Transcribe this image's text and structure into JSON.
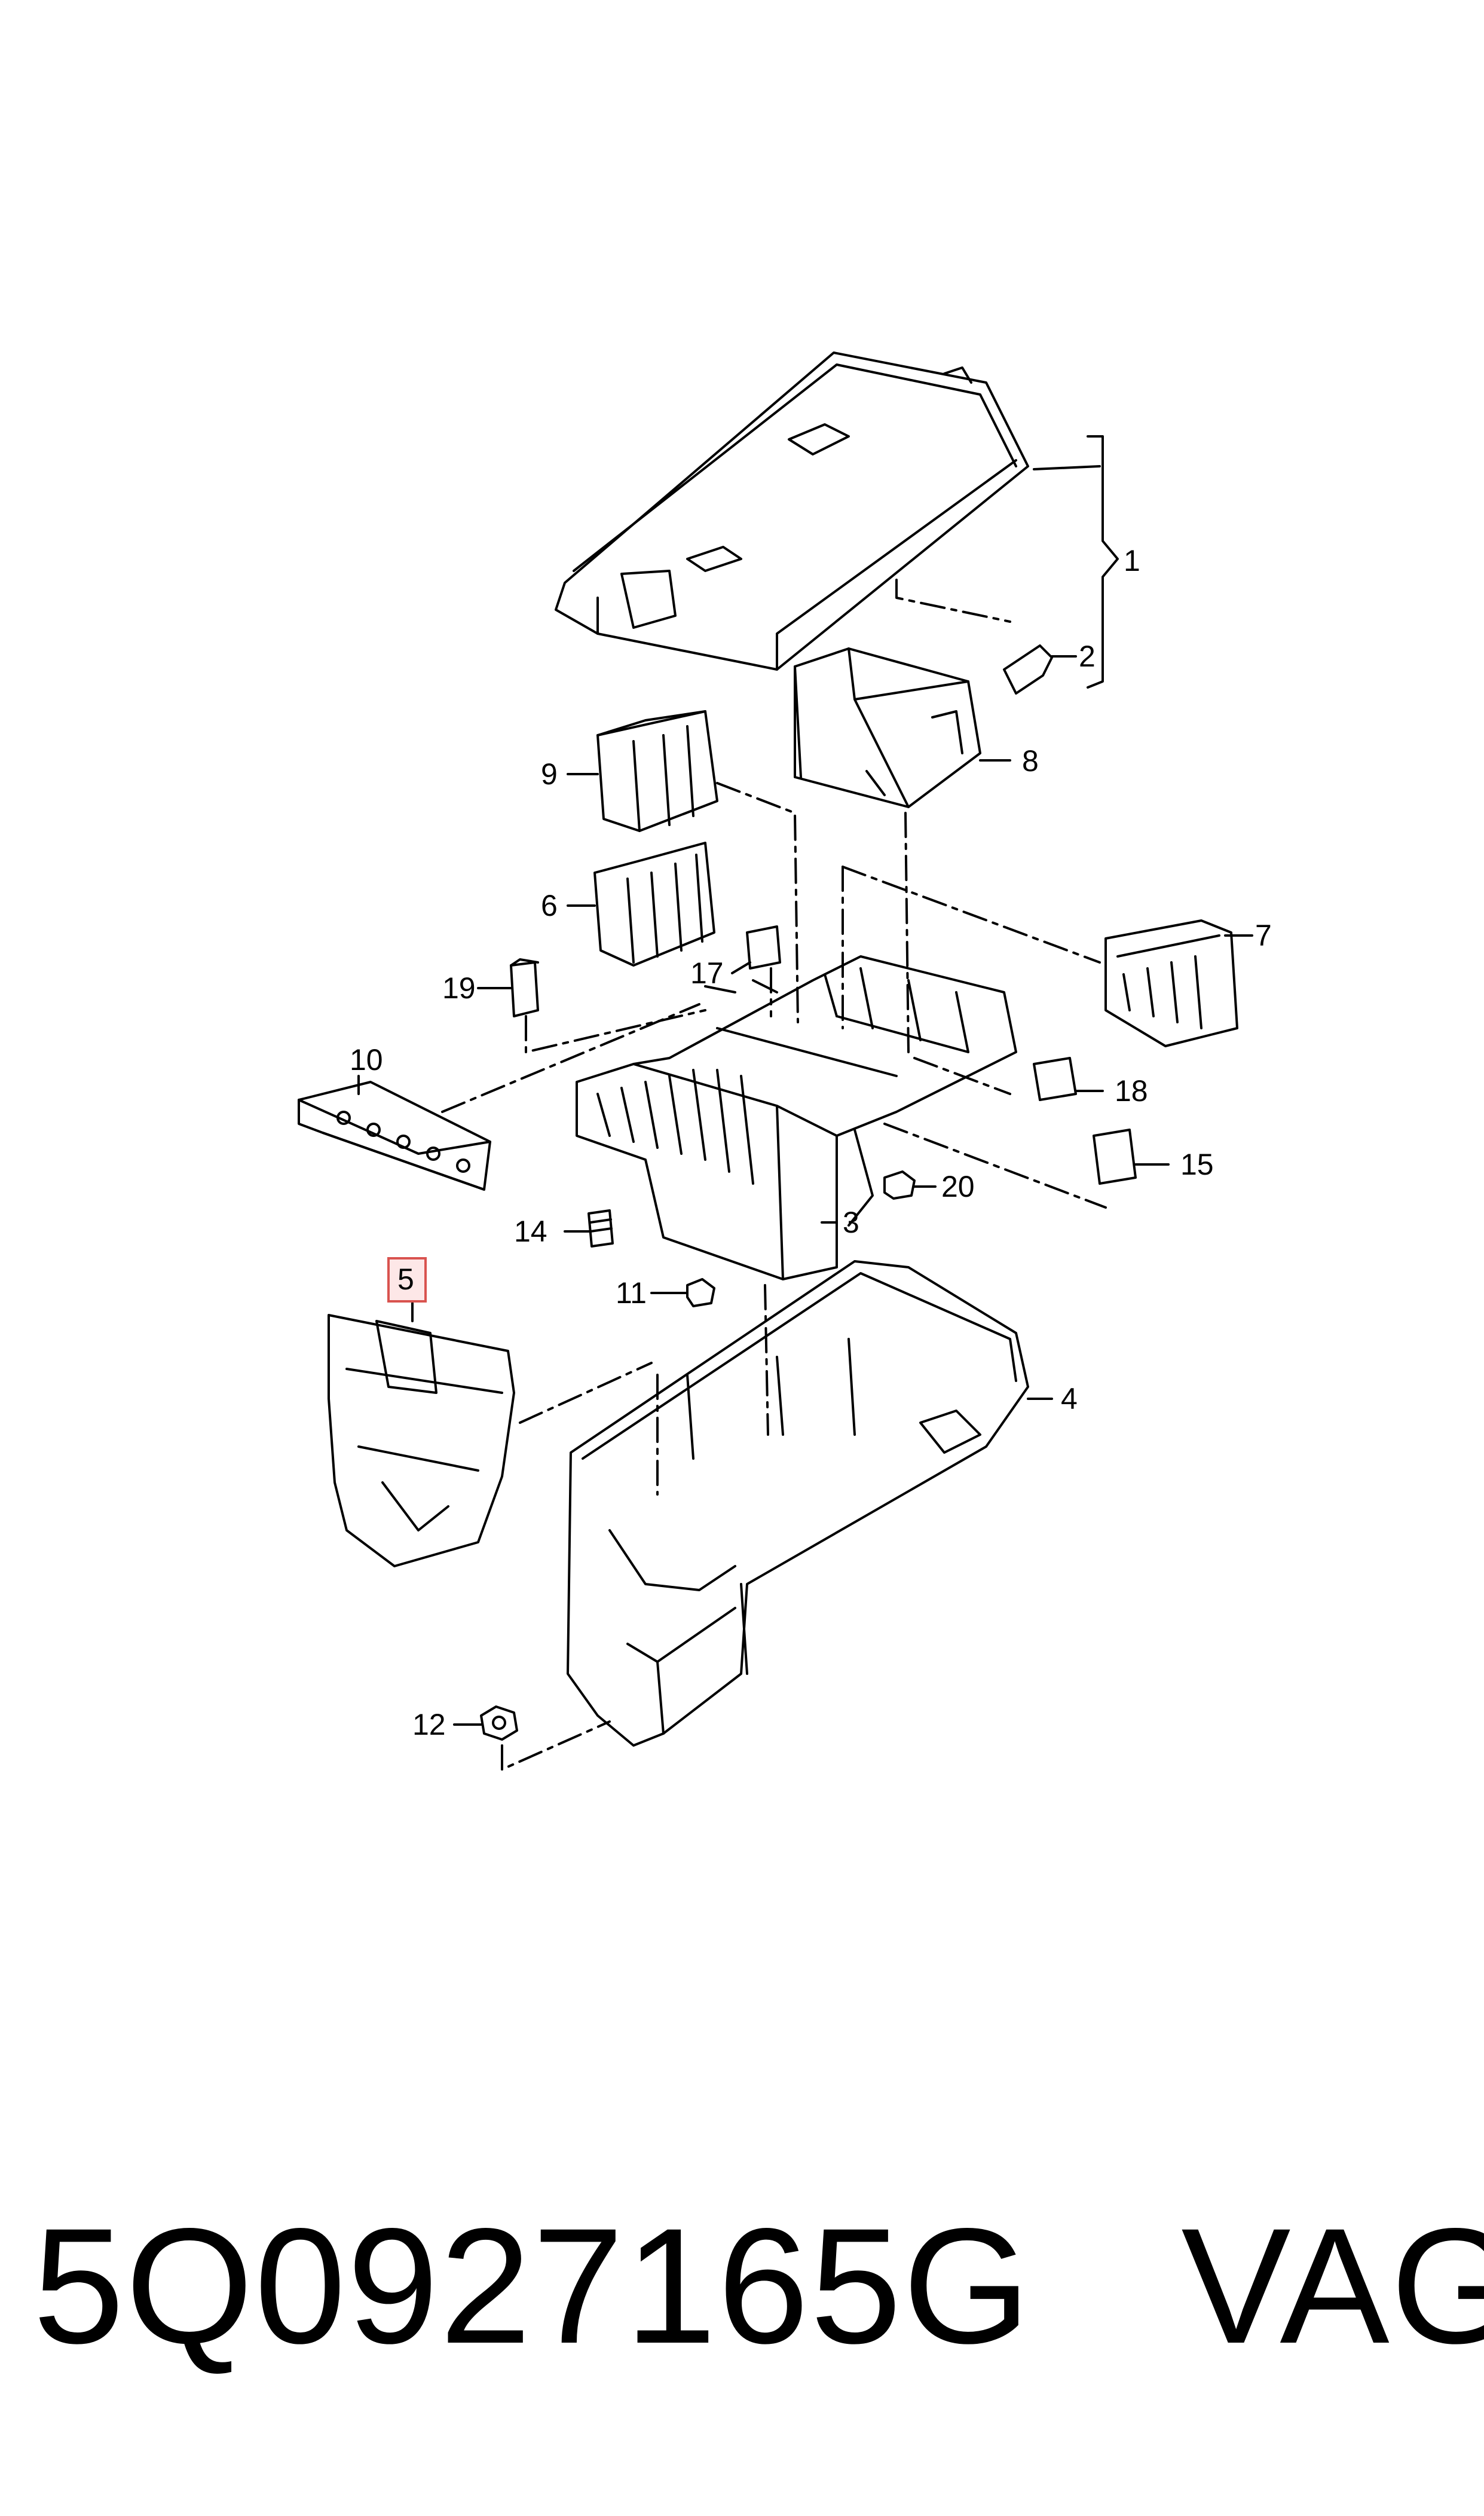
{
  "callouts": {
    "c1": "1",
    "c2": "2",
    "c3": "3",
    "c4": "4",
    "c5": "5",
    "c6": "6",
    "c7": "7",
    "c8": "8",
    "c9": "9",
    "c10": "10",
    "c11": "11",
    "c12": "12",
    "c14": "14",
    "c15": "15",
    "c17": "17",
    "c18": "18",
    "c19": "19",
    "c20": "20"
  },
  "highlight_color": "#d9534f",
  "footer": {
    "part_number": "5Q0927165G",
    "brand": "VAG"
  }
}
